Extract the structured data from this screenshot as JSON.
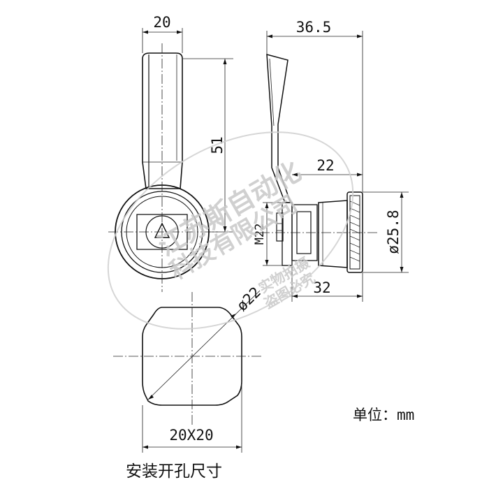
{
  "dimensions": {
    "handle_width": "20",
    "handle_length": "51",
    "overall_depth": "36.5",
    "body_depth": "22",
    "thread": "M22",
    "flange_diameter": "ø25.8",
    "length_32": "32",
    "cutout_diameter": "ø22",
    "cutout_size": "20X20"
  },
  "unit_label": "单位：mm",
  "cutout_title": "安装开孔尺寸",
  "watermark": {
    "line1": "江苏斯自动化",
    "line2": "科技有限公司",
    "line3": "实物拍摄",
    "line4": "盗图必究"
  }
}
